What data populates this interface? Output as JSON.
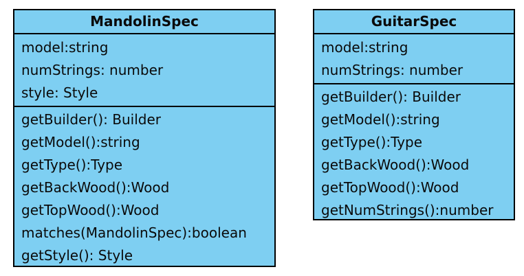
{
  "diagram": {
    "background": "#ffffff",
    "box_fill": "#7ECFF2",
    "box_border": "#000000",
    "text_color": "#0a0a0a",
    "classes": [
      {
        "name": "MandolinSpec",
        "attributes": [
          "model:string",
          "numStrings: number",
          "style: Style"
        ],
        "methods": [
          "getBuilder(): Builder",
          "getModel():string",
          "getType():Type",
          "getBackWood():Wood",
          "getTopWood():Wood",
          "matches(MandolinSpec):boolean",
          "getStyle(): Style"
        ]
      },
      {
        "name": "GuitarSpec",
        "attributes": [
          "model:string",
          "numStrings: number"
        ],
        "methods": [
          "getBuilder(): Builder",
          "getModel():string",
          "getType():Type",
          "getBackWood():Wood",
          "getTopWood():Wood",
          "getNumStrings():number"
        ]
      }
    ]
  }
}
